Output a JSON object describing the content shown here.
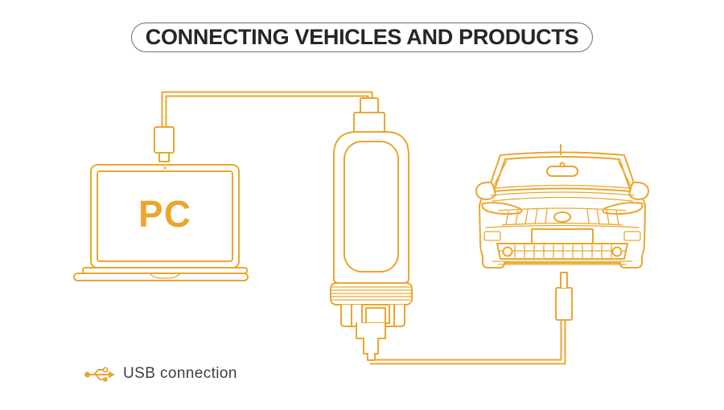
{
  "title": "CONNECTING VEHICLES AND PRODUCTS",
  "laptop_label": "PC",
  "legend": {
    "usb_label": "USB connection"
  },
  "colors": {
    "gold": "#EAA62F",
    "title_text": "#262626",
    "label_text": "#3F3F3F",
    "pill_border": "#6F6F6F",
    "background": "#FFFFFF"
  }
}
